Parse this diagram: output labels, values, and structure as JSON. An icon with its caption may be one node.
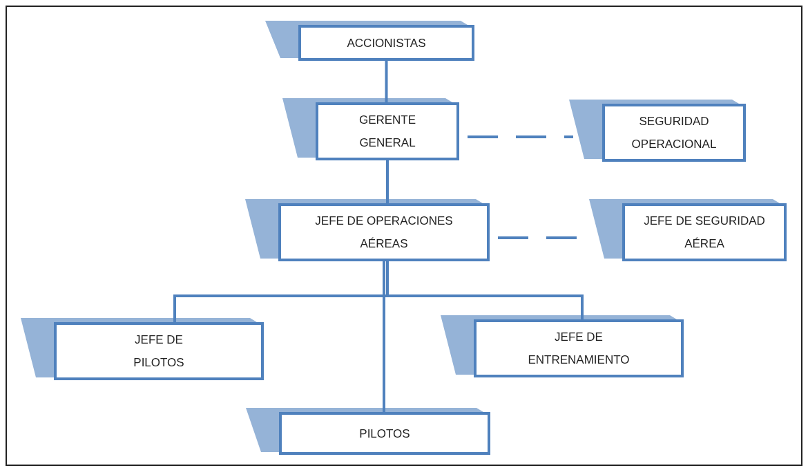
{
  "diagram": {
    "nodes": [
      {
        "text": [
          "ACCIONISTAS"
        ]
      },
      {
        "text": [
          "GERENTE GENERAL"
        ]
      },
      {
        "text": [
          "SEGURIDAD OPERACIONAL"
        ]
      },
      {
        "text": [
          "JEFE DE OPERACIONES AÉREAS"
        ]
      },
      {
        "text": [
          "JEFE DE SEGURIDAD AÉREA"
        ]
      },
      {
        "text": [
          "JEFE DE PILOTOS"
        ]
      },
      {
        "text": [
          "JEFE DE ENTRENAMIENTO"
        ]
      },
      {
        "text": [
          "PILOTOS"
        ]
      }
    ],
    "edges": [
      {
        "from": 0,
        "to": 1,
        "arrow": "none"
      },
      {
        "from": 1,
        "to": 2,
        "arrow": "none",
        "style": "dashed"
      },
      {
        "from": 1,
        "to": 3,
        "arrow": "none"
      },
      {
        "from": 3,
        "to": 4,
        "arrow": "none",
        "style": "dashed"
      },
      {
        "from": 3,
        "to": 5,
        "arrow": "none"
      },
      {
        "from": 3,
        "to": 6,
        "arrow": "none"
      },
      {
        "from": 3,
        "to": 7,
        "arrow": "none"
      }
    ]
  }
}
